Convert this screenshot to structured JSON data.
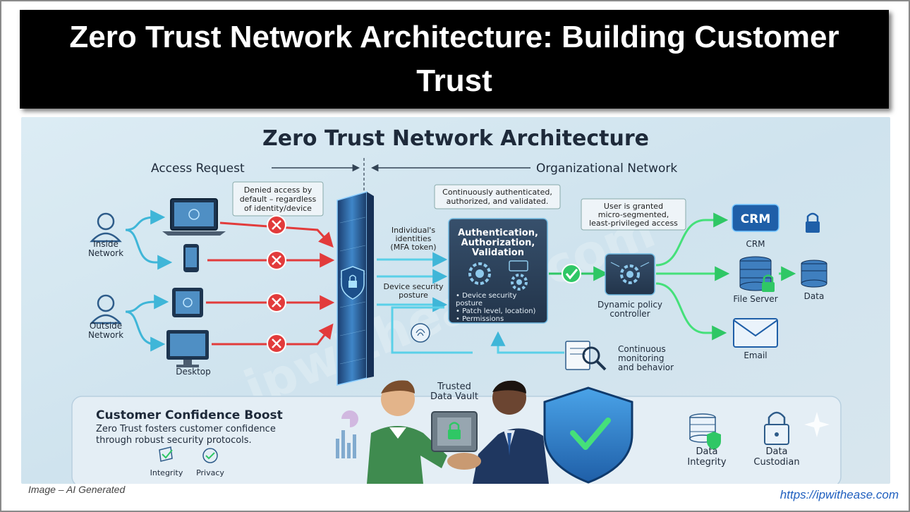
{
  "banner": {
    "title": "Zero Trust Network Architecture: Building Customer Trust"
  },
  "diagram": {
    "title": "Zero Trust Network Architecture",
    "access_request": "Access Request",
    "org_network": "Organizational Network",
    "denied_note": [
      "Denied access by",
      "default – regardless",
      "of identity/device"
    ],
    "inside_network": [
      "Inside",
      "Network"
    ],
    "outside_network": [
      "Outside",
      "Network"
    ],
    "desktop": "Desktop",
    "identities": [
      "Individual's",
      "identities",
      "(MFA token)"
    ],
    "device_posture": [
      "Device security",
      "posture"
    ],
    "continuous_auth": [
      "Continuously authenticated,",
      "authorized, and validated."
    ],
    "auth_box_title": [
      "Authentication,",
      "Authorization,",
      "Validation"
    ],
    "auth_box_items": [
      "• Device security",
      "  posture",
      "• Patch level, location)",
      "• Permissions"
    ],
    "granted_note": [
      "User is granted",
      "micro-segmented,",
      "least-privileged access"
    ],
    "policy_controller": [
      "Dynamic policy",
      "controller"
    ],
    "monitoring": [
      "Continuous",
      "monitoring",
      "and behavior"
    ],
    "crm_badge": "CRM",
    "crm_label": "CRM",
    "file_server": "File Server",
    "data_label": "Data",
    "email_label": "Email",
    "vault": [
      "Trusted",
      "Data Vault"
    ],
    "confidence_title": "Customer Confidence Boost",
    "confidence_text": [
      "Zero Trust fosters customer confidence",
      "through robust security protocols."
    ],
    "integrity": "Integrity",
    "privacy": "Privacy",
    "data_integrity": [
      "Data",
      "Integrity"
    ],
    "data_custodian": [
      "Data",
      "Custodian"
    ],
    "watermark": "ipwithease.com",
    "colors": {
      "denied": "#e23b3b",
      "flow": "#5ad0e8",
      "granted": "#45e07a",
      "panel": "#2c3e55"
    }
  },
  "captions": {
    "left": "Image – AI Generated",
    "right": "https://ipwithease.com"
  }
}
